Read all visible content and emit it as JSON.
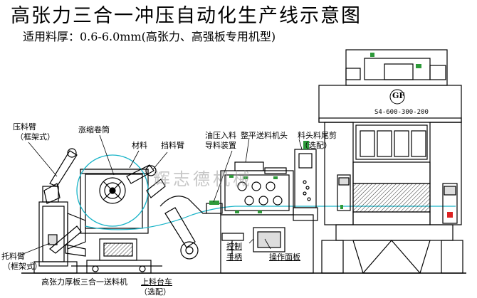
{
  "title": "高张力三合一冲压自动化生产线示意图",
  "subtitle": "适用料厚：0.6-6.0mm(高张力、高强板专用机型)",
  "labels": {
    "press_arm": "压料臂",
    "press_arm_sub": "（框架式）",
    "expand_reel": "涨缩卷筒",
    "material": "材料",
    "retain_arm": "挡料臂",
    "oil_press_in": "油压入料",
    "guide_device": "导料装置",
    "leveling_feed": "整平送料机头",
    "head_tail_shear": "料头料尾剪",
    "head_tail_shear_sub": "（选配）",
    "support_arm": "托料臂",
    "support_arm_sub": "（框架式）",
    "control_handle_1": "控制",
    "control_handle_2": "手柄",
    "operation_panel": "操作面板",
    "machine_name": "高张力厚板三合一送料机",
    "loading_cart": "上料台车",
    "loading_cart_sub": "（选配）",
    "watermark": "辉志德机械",
    "press_plate": "S4-600-300-200",
    "press_logo": "GF"
  },
  "colors": {
    "line": "#000000",
    "coil": "#19b4c8",
    "flow": "#19b4c8",
    "accent": "#2e9a3a"
  }
}
